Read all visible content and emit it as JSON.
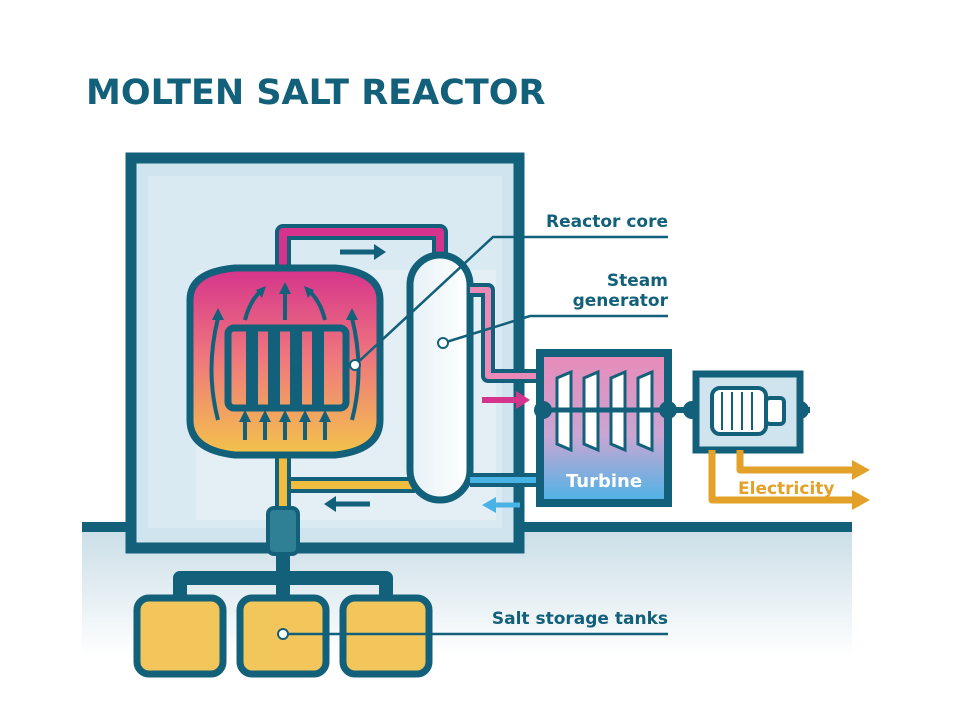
{
  "title": "MOLTEN SALT REACTOR",
  "labels": {
    "reactor_core": "Reactor core",
    "steam_generator_line1": "Steam",
    "steam_generator_line2": "generator",
    "turbine": "Turbine",
    "electricity": "Electricity",
    "salt_storage_tanks": "Salt storage tanks"
  },
  "colors": {
    "navy": "#13607a",
    "building_fill": "#cfe4ee",
    "ground": "#dbe9ef",
    "hot_pipe": "#d6338c",
    "warm_pipe": "#f1bd3e",
    "cool_pipe": "#4ab3e6",
    "electric": "#e3a12a",
    "tank_fill": "#f2c65a"
  },
  "icons": [
    "arrow-right-icon",
    "arrow-left-icon",
    "generator-icon",
    "turbine-blade-icon"
  ]
}
